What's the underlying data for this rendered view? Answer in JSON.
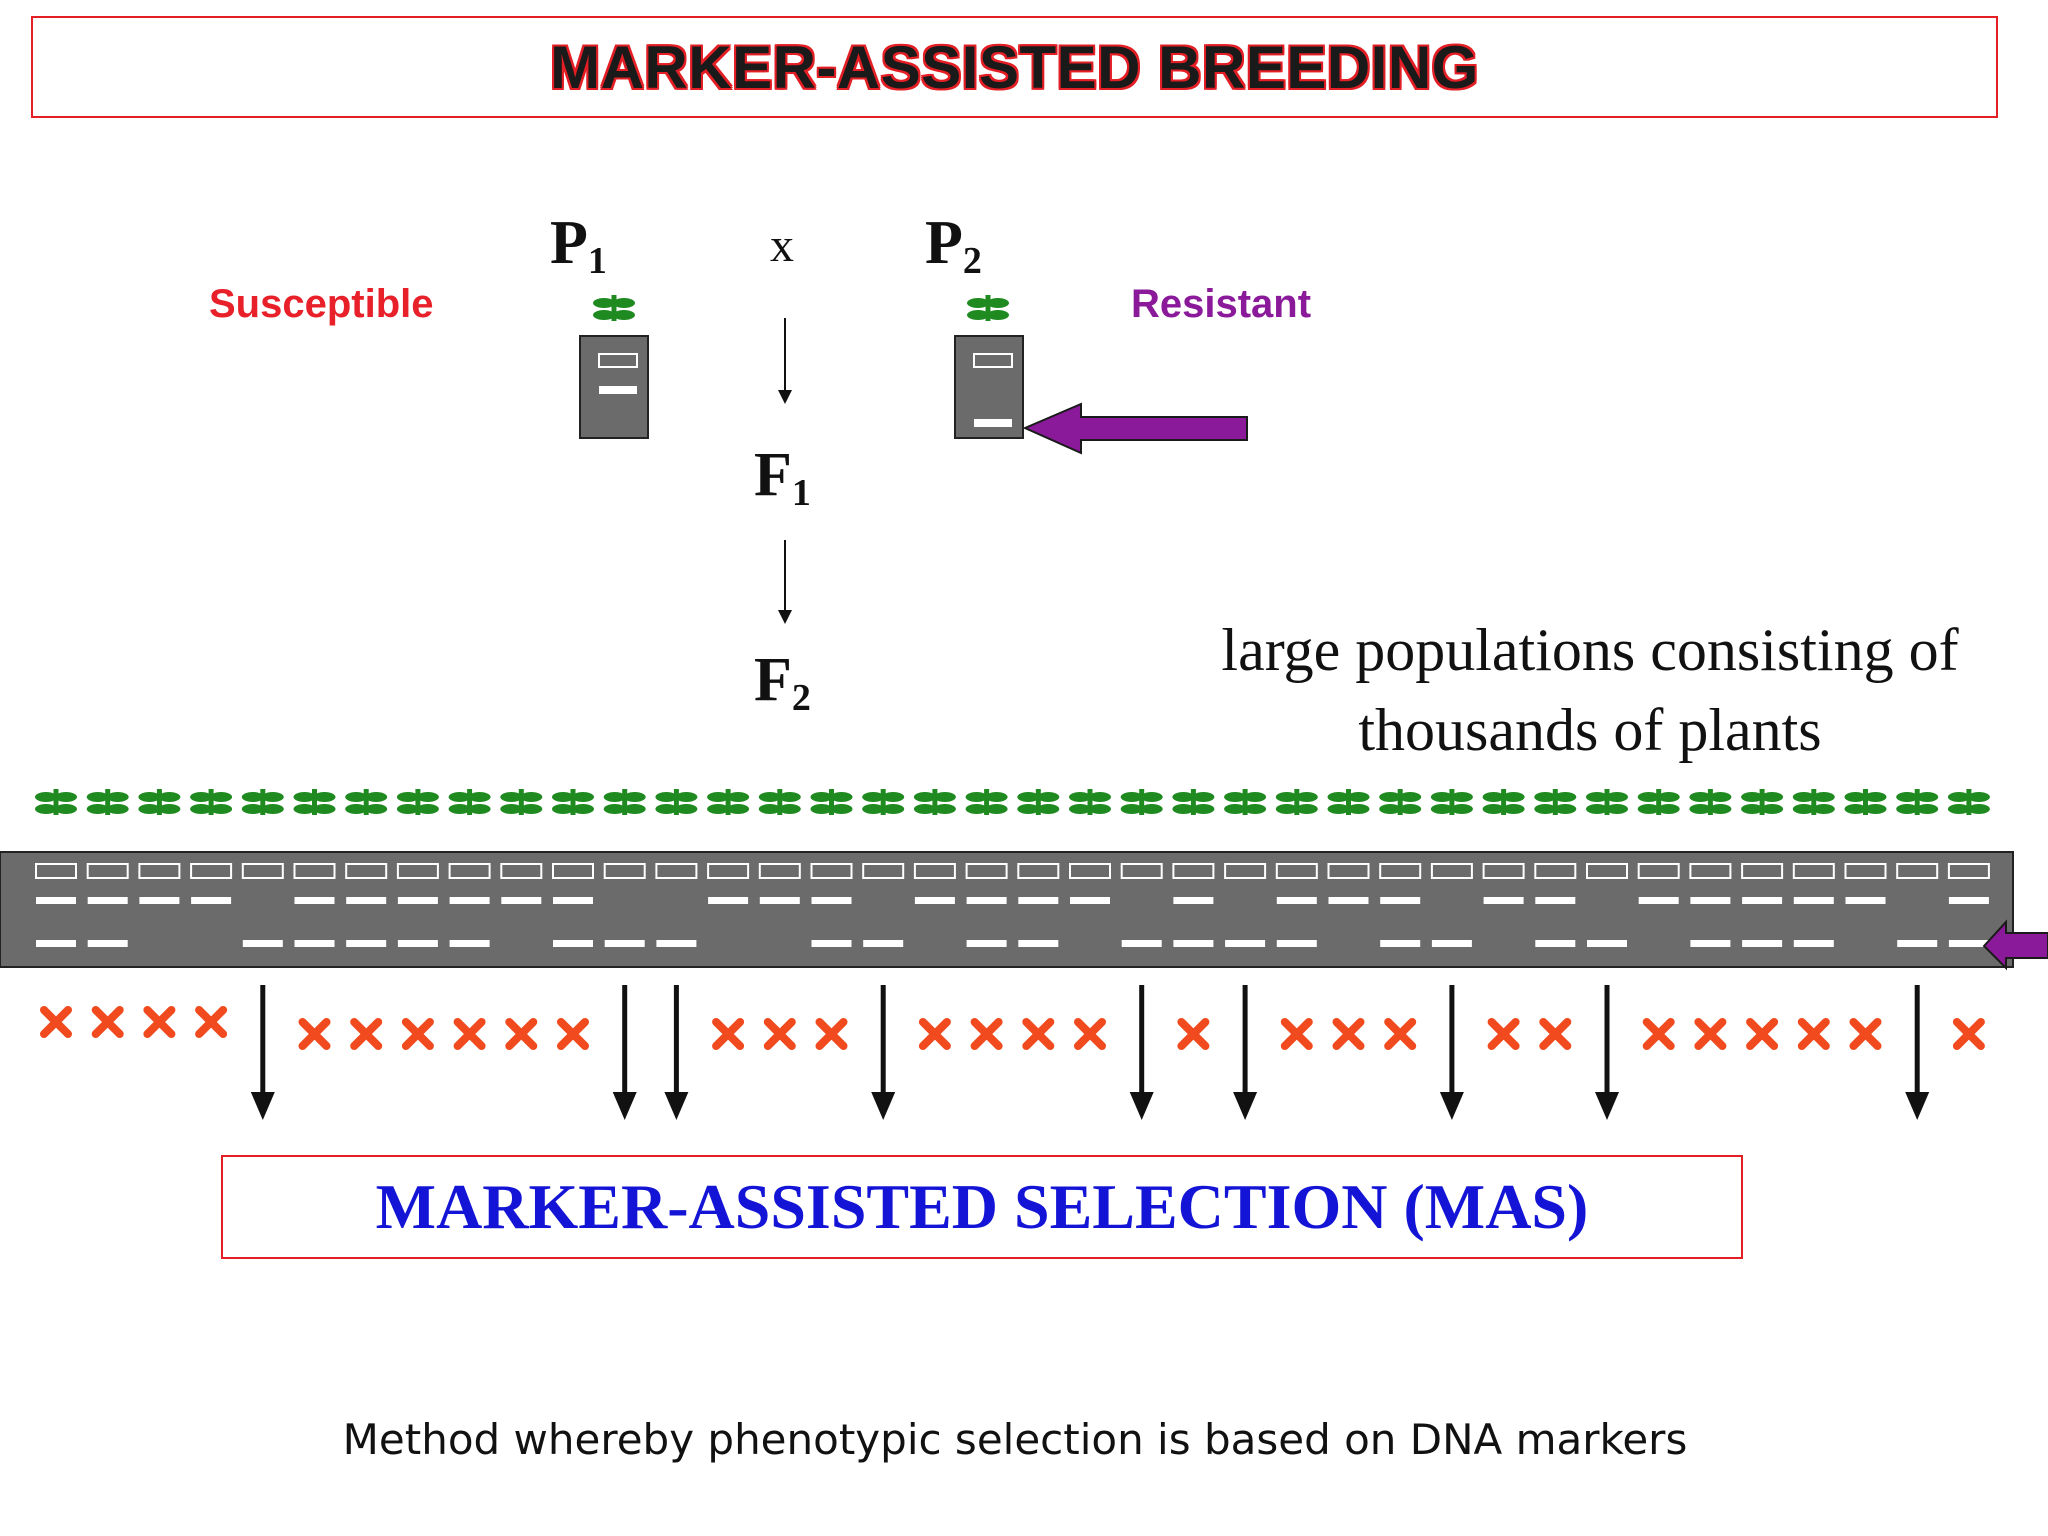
{
  "title": "MARKER-ASSISTED BREEDING",
  "parents": {
    "p1": {
      "letter": "P",
      "sub": "1",
      "phenotype": "Susceptible"
    },
    "p2": {
      "letter": "P",
      "sub": "2",
      "phenotype": "Resistant"
    },
    "cross_symbol": "x"
  },
  "generations": [
    {
      "letter": "F",
      "sub": "1"
    },
    {
      "letter": "F",
      "sub": "2"
    }
  ],
  "population_note": [
    "large populations consisting of",
    "thousands of plants"
  ],
  "mas_label": "MARKER-ASSISTED SELECTION (MAS)",
  "footer": "Method whereby phenotypic selection is based on DNA markers",
  "colors": {
    "plant": "#1f8a1f",
    "gel": "#6b6b6b",
    "arrow_marker": "#8a1a9a",
    "reject": "#f04a1e",
    "susceptible": "#e8202a",
    "resistant": "#8a1a9a",
    "box_border": "#e31e24",
    "mas_text": "#1414d6"
  },
  "icons": {
    "plant": "seedling-icon",
    "reject": "cross-mark-icon",
    "select": "down-arrow-icon"
  },
  "population": {
    "plant_count": 38,
    "lanes": [
      {
        "b2": true,
        "b3": true,
        "x": 1
      },
      {
        "b2": true,
        "b3": true,
        "x": 1
      },
      {
        "b2": true,
        "b3": false,
        "x": 1
      },
      {
        "b2": true,
        "b3": false,
        "x": 1
      },
      {
        "b2": false,
        "b3": true,
        "sel": true
      },
      {
        "b2": true,
        "b3": true,
        "x": 1
      },
      {
        "b2": true,
        "b3": true,
        "x": 1
      },
      {
        "b2": true,
        "b3": true,
        "x": 1
      },
      {
        "b2": true,
        "b3": true,
        "x": 1
      },
      {
        "b2": true,
        "b3": false,
        "x": 1
      },
      {
        "b2": true,
        "b3": true,
        "x": 1
      },
      {
        "b2": false,
        "b3": true,
        "sel": true
      },
      {
        "b2": false,
        "b3": true,
        "sel": true
      },
      {
        "b2": true,
        "b3": false,
        "x": 1
      },
      {
        "b2": true,
        "b3": false,
        "x": 1
      },
      {
        "b2": true,
        "b3": true,
        "x": 1
      },
      {
        "b2": false,
        "b3": true,
        "sel": true
      },
      {
        "b2": true,
        "b3": false,
        "x": 1
      },
      {
        "b2": true,
        "b3": true,
        "x": 1
      },
      {
        "b2": true,
        "b3": true,
        "x": 1
      },
      {
        "b2": true,
        "b3": false,
        "x": 1
      },
      {
        "b2": false,
        "b3": true,
        "sel": true
      },
      {
        "b2": true,
        "b3": true,
        "x": 1
      },
      {
        "b2": false,
        "b3": true,
        "sel": true
      },
      {
        "b2": true,
        "b3": true,
        "x": 1
      },
      {
        "b2": true,
        "b3": false,
        "x": 1
      },
      {
        "b2": true,
        "b3": true,
        "x": 1
      },
      {
        "b2": false,
        "b3": true,
        "sel": true
      },
      {
        "b2": true,
        "b3": false,
        "x": 1
      },
      {
        "b2": true,
        "b3": true,
        "x": 1
      },
      {
        "b2": false,
        "b3": true,
        "sel": true
      },
      {
        "b2": true,
        "b3": false,
        "x": 1
      },
      {
        "b2": true,
        "b3": true,
        "x": 1
      },
      {
        "b2": true,
        "b3": true,
        "x": 1
      },
      {
        "b2": true,
        "b3": true,
        "x": 1
      },
      {
        "b2": true,
        "b3": false,
        "x": 1
      },
      {
        "b2": false,
        "b3": true,
        "sel": true
      },
      {
        "b2": true,
        "b3": true,
        "x": 1
      }
    ]
  }
}
